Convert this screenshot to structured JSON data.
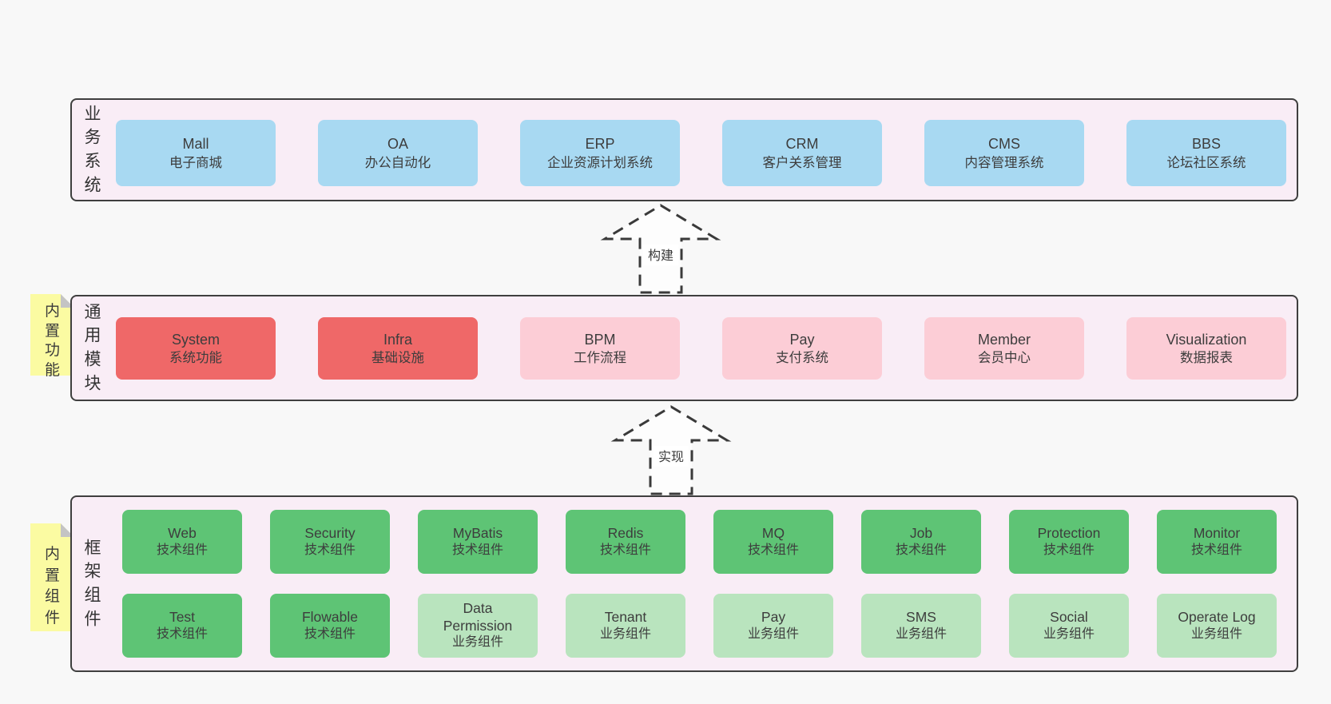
{
  "page": {
    "background": "#f8f8f8"
  },
  "colors": {
    "band_background": "#f9edf6",
    "band_border": "#3f3f3f",
    "blue_box": "#a8d9f2",
    "red_box": "#ef6868",
    "pink_box": "#fccdd6",
    "green_box": "#5ec475",
    "light_green_box": "#b9e4be",
    "sticky_note": "#fbfba2",
    "note_fold": "#c4c4c4",
    "text": "#3d3d3d"
  },
  "arrows": [
    {
      "label": "构建"
    },
    {
      "label": "实现"
    }
  ],
  "bands": [
    {
      "label": "业务系统",
      "boxes": [
        {
          "title": "Mall",
          "subtitle": "电子商城"
        },
        {
          "title": "OA",
          "subtitle": "办公自动化"
        },
        {
          "title": "ERP",
          "subtitle": "企业资源计划系统"
        },
        {
          "title": "CRM",
          "subtitle": "客户关系管理"
        },
        {
          "title": "CMS",
          "subtitle": "内容管理系统"
        },
        {
          "title": "BBS",
          "subtitle": "论坛社区系统"
        }
      ]
    },
    {
      "label": "通用模块",
      "note": "内置功能",
      "boxes": [
        {
          "title": "System",
          "subtitle": "系统功能"
        },
        {
          "title": "Infra",
          "subtitle": "基础设施"
        },
        {
          "title": "BPM",
          "subtitle": "工作流程"
        },
        {
          "title": "Pay",
          "subtitle": "支付系统"
        },
        {
          "title": "Member",
          "subtitle": "会员中心"
        },
        {
          "title": "Visualization",
          "subtitle": "数据报表"
        }
      ]
    },
    {
      "label": "框架组件",
      "note": "内置组件",
      "rows": [
        [
          {
            "title": "Web",
            "subtitle": "技术组件"
          },
          {
            "title": "Security",
            "subtitle": "技术组件"
          },
          {
            "title": "MyBatis",
            "subtitle": "技术组件"
          },
          {
            "title": "Redis",
            "subtitle": "技术组件"
          },
          {
            "title": "MQ",
            "subtitle": "技术组件"
          },
          {
            "title": "Job",
            "subtitle": "技术组件"
          },
          {
            "title": "Protection",
            "subtitle": "技术组件"
          },
          {
            "title": "Monitor",
            "subtitle": "技术组件"
          }
        ],
        [
          {
            "title": "Test",
            "subtitle": "技术组件"
          },
          {
            "title": "Flowable",
            "subtitle": "技术组件"
          },
          {
            "title": "Data Permission",
            "subtitle": "业务组件"
          },
          {
            "title": "Tenant",
            "subtitle": "业务组件"
          },
          {
            "title": "Pay",
            "subtitle": "业务组件"
          },
          {
            "title": "SMS",
            "subtitle": "业务组件"
          },
          {
            "title": "Social",
            "subtitle": "业务组件"
          },
          {
            "title": "Operate Log",
            "subtitle": "业务组件"
          }
        ]
      ]
    }
  ]
}
